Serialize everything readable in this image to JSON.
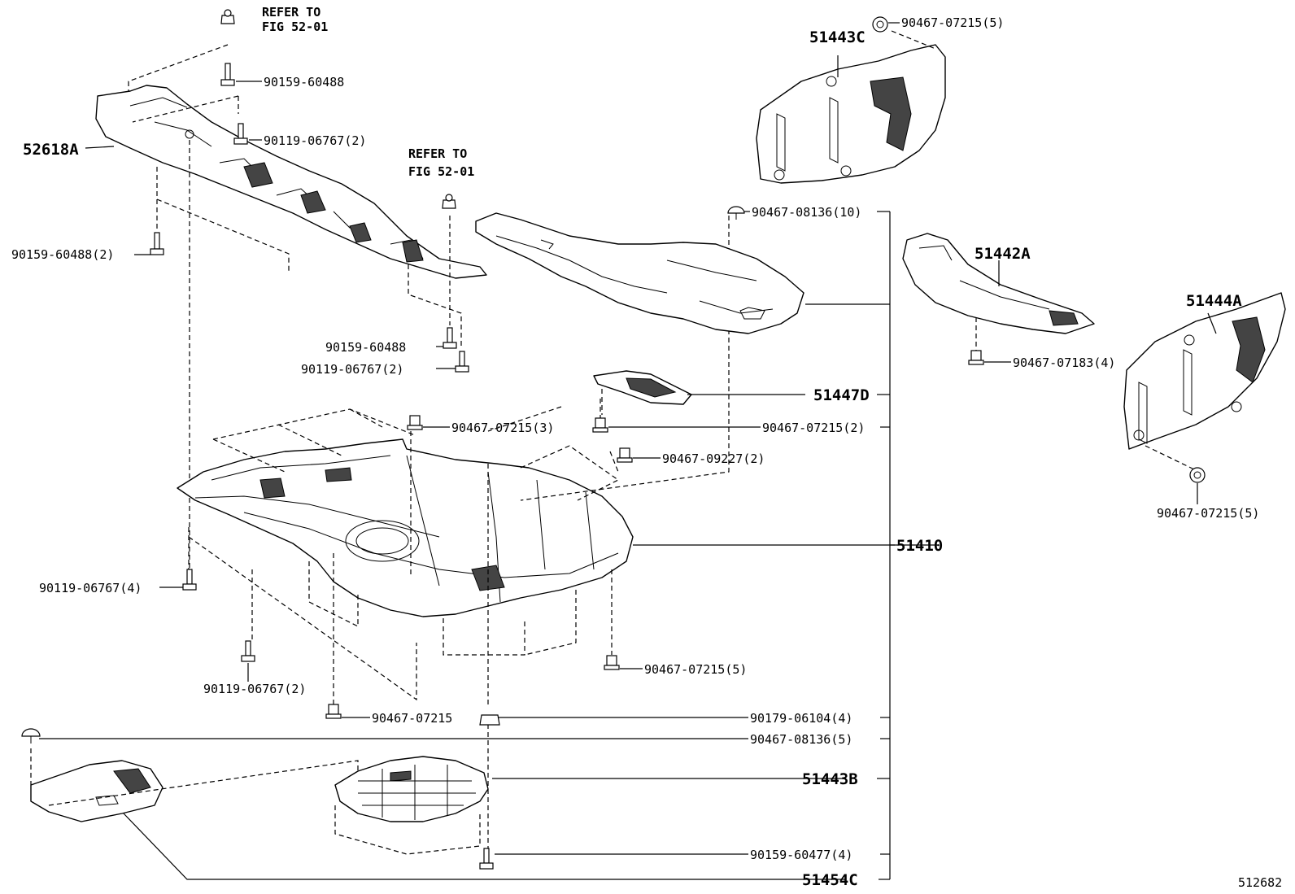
{
  "diagram_id": "512682",
  "references": {
    "top_left": [
      "REFER TO",
      "FIG 52-01"
    ],
    "middle": [
      "REFER TO",
      "FIG 52-01"
    ]
  },
  "part_labels": {
    "p52618A": "52618A",
    "p51443C": "51443C",
    "p51442A": "51442A",
    "p51444A": "51444A",
    "p51447D": "51447D",
    "p51410": "51410",
    "p51443B": "51443B",
    "p51454C": "51454C"
  },
  "fastener_labels": {
    "f_top_right": "90467-07215(5)",
    "f_9015960488_top": "90159-60488",
    "f_9011906767_top": "90119-06767(2)",
    "f_9015960488_2": "90159-60488(2)",
    "f_9046708136_10": "90467-08136(10)",
    "f_9046707183_4": "90467-07183(4)",
    "f_9015960488_mid": "90159-60488",
    "f_9011906767_mid": "90119-06767(2)",
    "f_9046707215_3": "90467-07215(3)",
    "f_9046707215_2": "90467-07215(2)",
    "f_9046709227_2": "90467-09227(2)",
    "f_right_9046707215_5": "90467-07215(5)",
    "f_9011906767_4": "90119-06767(4)",
    "f_9046707215_5_low": "90467-07215(5)",
    "f_9011906767_2_low": "90119-06767(2)",
    "f_9046707215_plain": "90467-07215",
    "f_9017906104_4": "90179-06104(4)",
    "f_9046708136_5": "90467-08136(5)",
    "f_9015960477_4": "90159-60477(4)"
  }
}
